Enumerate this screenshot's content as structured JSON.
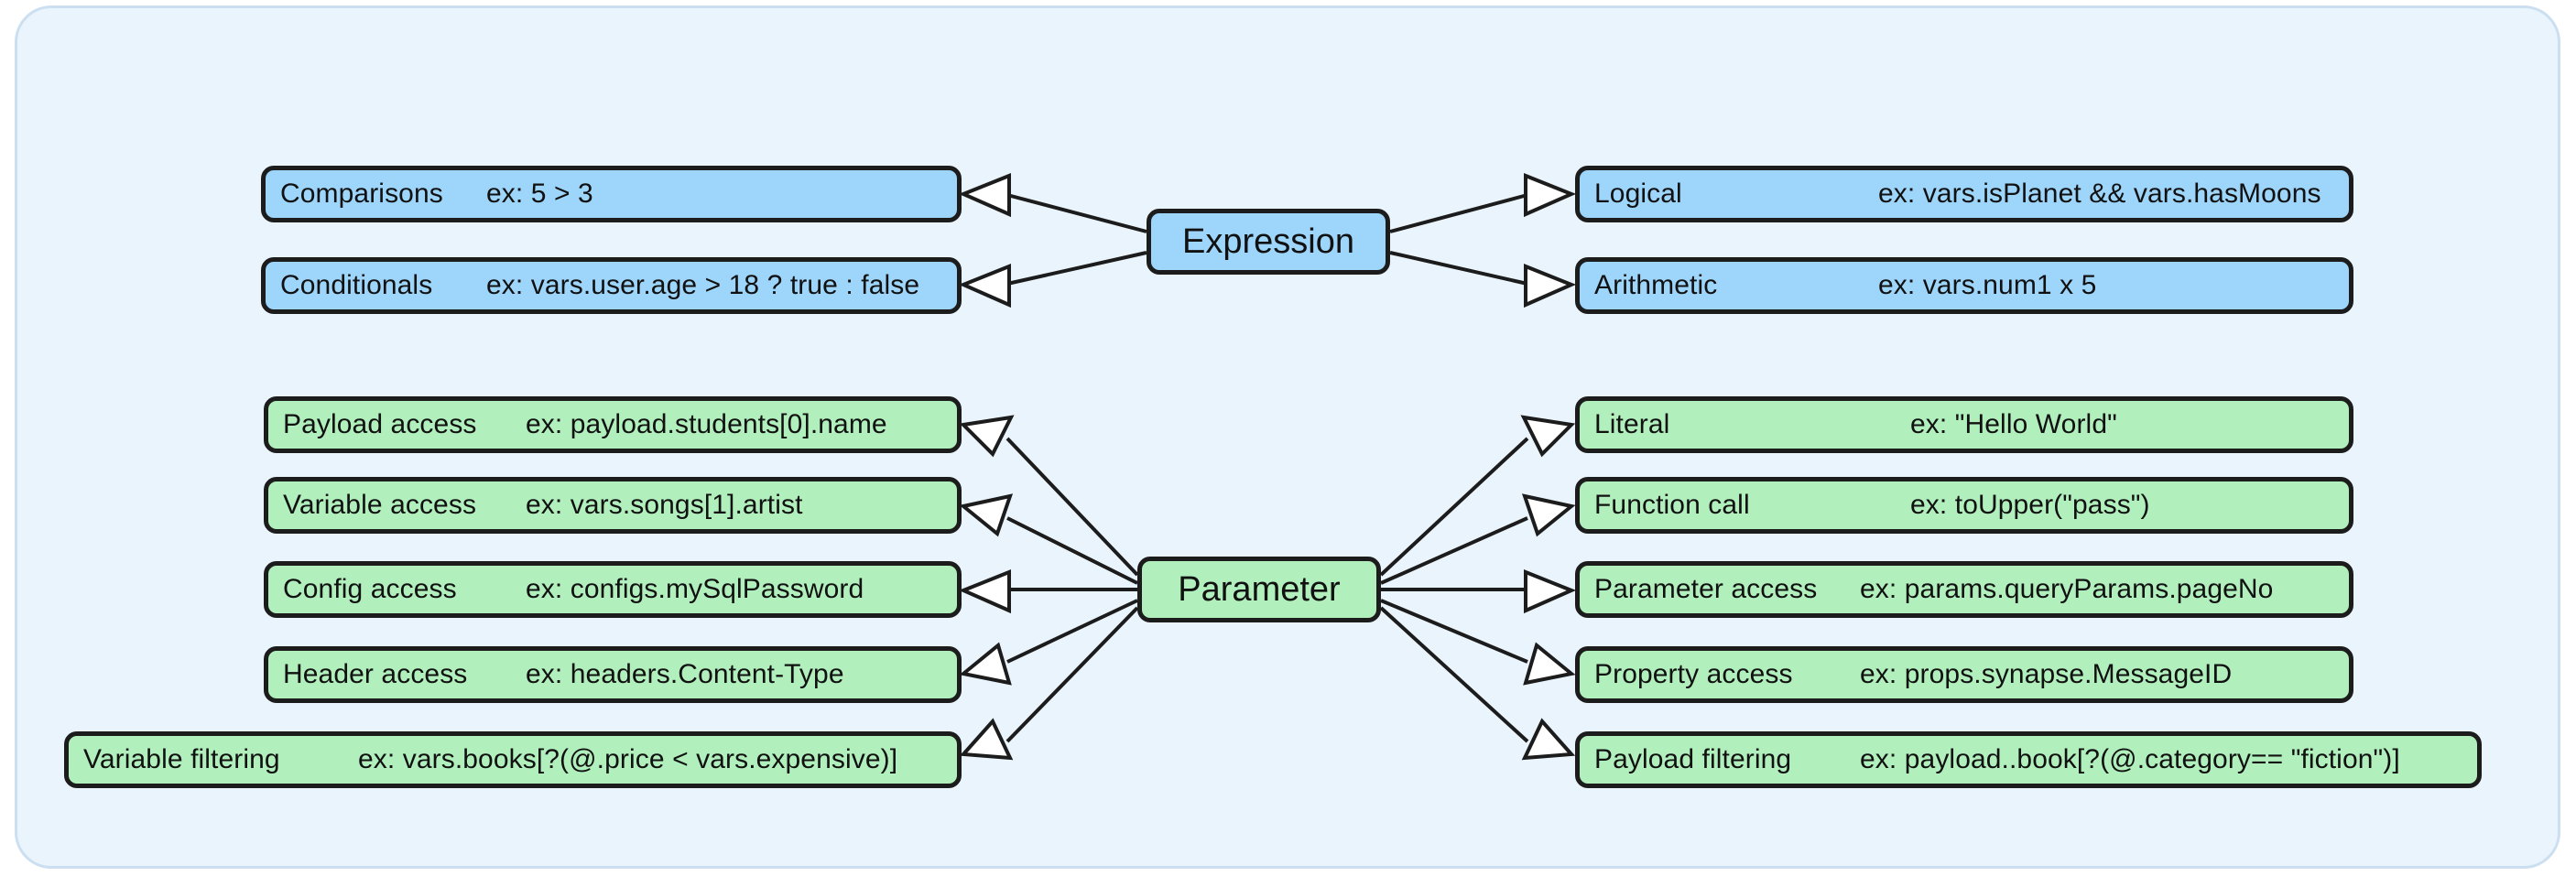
{
  "diagram": {
    "type": "concept-map",
    "background_color": "#eaf4fc",
    "panel_border_color": "#cbdff1",
    "node_border_color": "#1c1c1c",
    "expression_color": "#9ed5fb",
    "parameter_color": "#b1f0bd",
    "arrow_style": "hollow-triangle",
    "hubs": [
      {
        "id": "expression",
        "label": "Expression",
        "color": "#9ed5fb"
      },
      {
        "id": "parameter",
        "label": "Parameter",
        "color": "#b1f0bd"
      }
    ],
    "expression_left": [
      {
        "title": "Comparisons",
        "example": "ex: 5 > 3"
      },
      {
        "title": "Conditionals",
        "example": "ex: vars.user.age > 18 ? true : false"
      }
    ],
    "expression_right": [
      {
        "title": "Logical",
        "example": "ex: vars.isPlanet && vars.hasMoons"
      },
      {
        "title": "Arithmetic",
        "example": "ex: vars.num1 x 5"
      }
    ],
    "parameter_left": [
      {
        "title": "Payload access",
        "example": "ex: payload.students[0].name"
      },
      {
        "title": "Variable access",
        "example": "ex: vars.songs[1].artist"
      },
      {
        "title": "Config access",
        "example": "ex: configs.mySqlPassword"
      },
      {
        "title": "Header access",
        "example": "ex: headers.Content-Type"
      },
      {
        "title": "Variable filtering",
        "example": "ex: vars.books[?(@.price < vars.expensive)]"
      }
    ],
    "parameter_right": [
      {
        "title": "Literal",
        "example": "ex: \"Hello World\""
      },
      {
        "title": "Function call",
        "example": "ex: toUpper(\"pass\")"
      },
      {
        "title": "Parameter access",
        "example": "ex: params.queryParams.pageNo"
      },
      {
        "title": "Property access",
        "example": "ex: props.synapse.MessageID"
      },
      {
        "title": "Payload filtering",
        "example": "ex: payload..book[?(@.category== \"fiction\")]"
      }
    ]
  }
}
